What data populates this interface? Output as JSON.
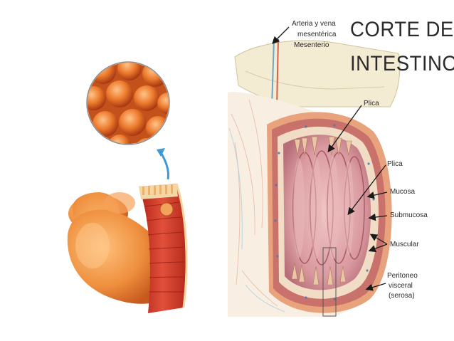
{
  "title": {
    "line1": "CORTE DE",
    "line2": "INTESTINO"
  },
  "labels": {
    "arteria_line1": "Arteria y vena",
    "arteria_line2": "mesentérica",
    "mesenterio": "Mesenterio",
    "plica_top": "Plica",
    "plica_right": "Plica",
    "mucosa": "Mucosa",
    "submucosa": "Submucosa",
    "muscular": "Muscular",
    "peritoneo_line1": "Peritoneo",
    "peritoneo_line2": "visceral",
    "peritoneo_line3": "(serosa)"
  },
  "colors": {
    "villi": "#e0651f",
    "tube_outer": "#e98a3c",
    "tube_inner": "#d8442a",
    "mucosa_pink": "#d9929a",
    "mesentery": "#f3ead0",
    "vessel_red": "#d8604a",
    "vessel_blue": "#6ea6c8",
    "arrow_blue": "#3d9ad6"
  }
}
